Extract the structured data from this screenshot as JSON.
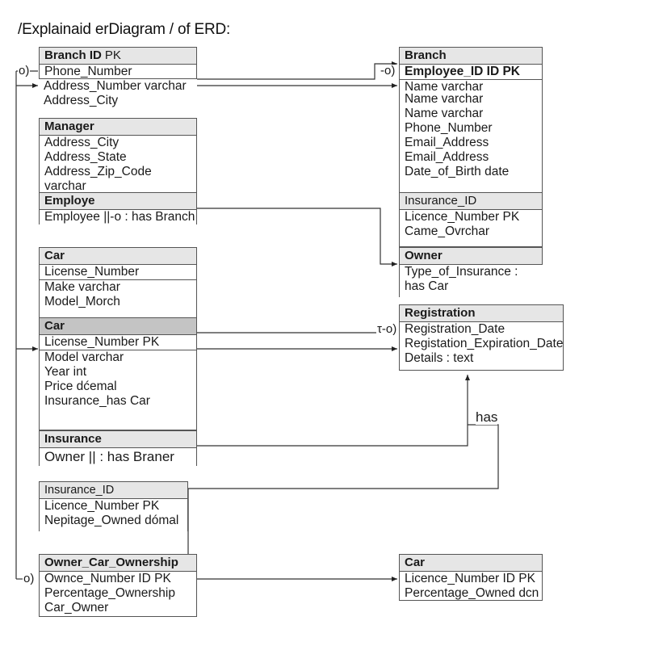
{
  "title": "/Explainaid erDiagram / of ERD:",
  "entities": {
    "branch_id": {
      "header": "Branch ID",
      "header_pk": "PK",
      "rows": [
        "Phone_Number",
        "Address_Number  varchar",
        "Address_City"
      ]
    },
    "manager": {
      "header": "Manager",
      "rows": [
        "Address_City",
        "Address_State",
        "Address_Zip_Code",
        "varchar"
      ]
    },
    "employe": {
      "header": "Employe",
      "rows": [
        "Employee ||-o : has Branch"
      ]
    },
    "car1": {
      "header": "Car",
      "rows": [
        "License_Number",
        "Make varchar",
        "Model_Morch"
      ]
    },
    "car2": {
      "header": "Car",
      "rows": [
        "License_Number PK",
        "Model varchar",
        "Year int",
        "Price dćemal",
        "Insurance_has Car"
      ]
    },
    "insurance": {
      "header": "Insurance",
      "rows": [
        "Owner || : has Braner"
      ]
    },
    "insurance_id_left": {
      "header": "Insurance_ID",
      "rows": [
        "Licence_Number PK",
        "Nepitage_Owned dómal"
      ]
    },
    "owner_car_ownership": {
      "header": "Owner_Car_Ownership",
      "rows": [
        "Ownce_Number ID      PK",
        "Percentage_Ownership",
        "Car_Owner"
      ]
    },
    "branch": {
      "header": "Branch",
      "rows": [
        "Employee_ID ID PK",
        "Name varchar",
        "Name varchar",
        "Name varchar",
        "Phone_Number",
        "Email_Address",
        "Email_Address",
        "Date_of_Birth date"
      ]
    },
    "insurance_id_right": {
      "header": "Insurance_ID",
      "rows": [
        "Licence_Number PK",
        "Came_Ovrchar"
      ]
    },
    "owner": {
      "header": "Owner",
      "rows": [
        "Type_of_Insurance :",
        "has Car"
      ]
    },
    "registration": {
      "header": "Registration",
      "rows": [
        "Registration_Date",
        "Registation_Expiration_Date",
        "Details : text"
      ]
    },
    "car_right": {
      "header": "Car",
      "rows": [
        "Licence_Number ID  PK",
        "Percentage_Owned dcn"
      ]
    }
  },
  "markers": {
    "left_top": "o)",
    "branch_link": "-o)",
    "registration_link": "τ-o)",
    "left_bottom": "o)"
  },
  "labels": {
    "has": "has"
  }
}
